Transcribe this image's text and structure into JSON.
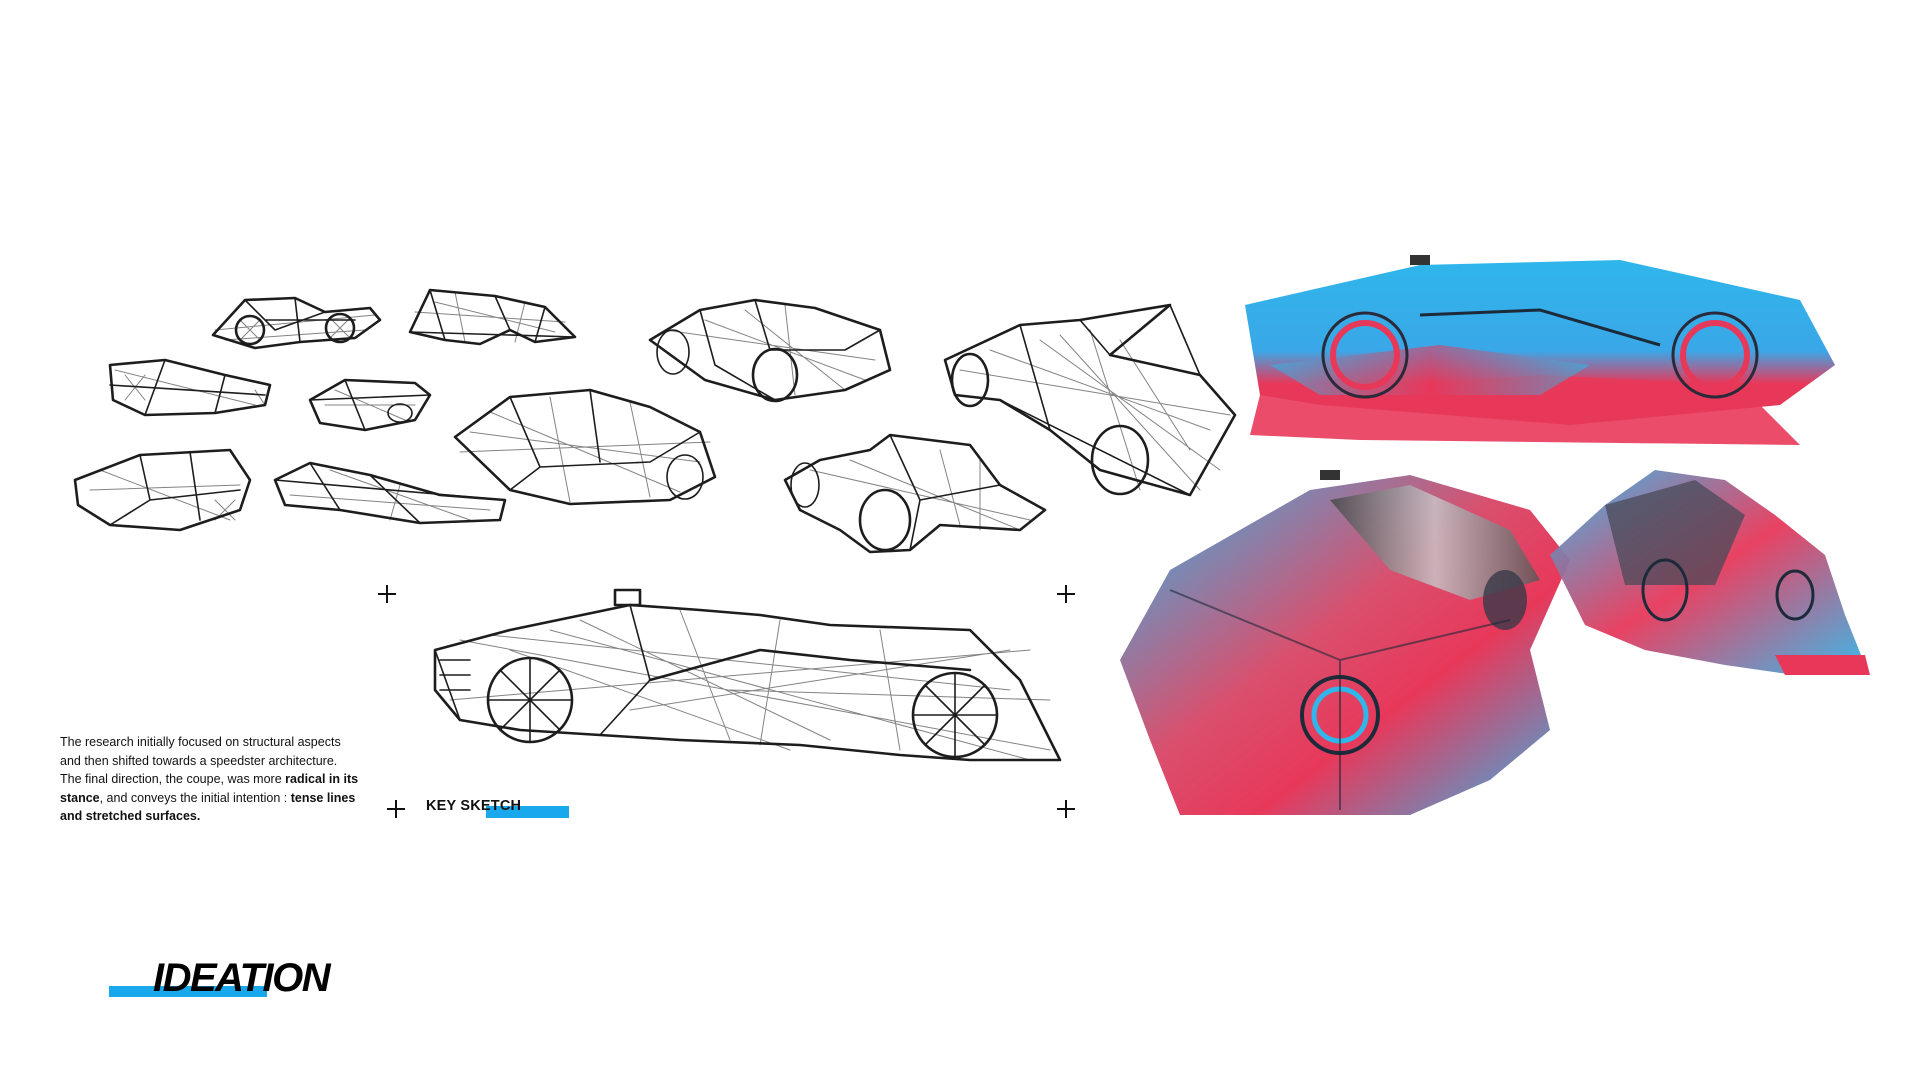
{
  "description": {
    "part1": "The research initially focused on structural aspects and then shifted towards a speedster architecture. The final direction, the coupe, was more ",
    "bold1": "radical in its stance",
    "part2": ", and conveys the initial intention : ",
    "bold2": "tense lines and stretched surfaces."
  },
  "key_sketch_label": "KEY SKETCH",
  "section_title": "IDEATION",
  "colors": {
    "accent_blue": "#1aa8ec",
    "render_cyan": "#2fb6ea",
    "render_red": "#e8385a",
    "ink": "#1d1d1d"
  }
}
